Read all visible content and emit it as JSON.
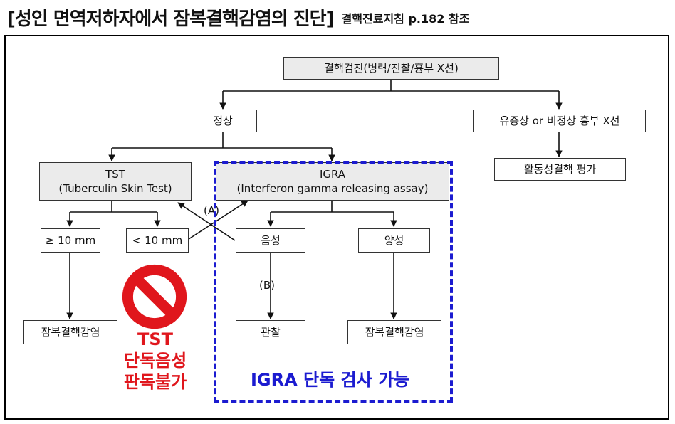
{
  "header": {
    "title": "[성인 면역저하자에서 잠복결핵감염의 진단]",
    "reference": "결핵진료지침 p.182 참조"
  },
  "nodes": {
    "screening": "결핵검진(병력/진찰/흉부 X선)",
    "normal": "정상",
    "abnormal": "유증상 or 비정상 흉부 X선",
    "active_eval": "활동성결핵 평가",
    "tst_line1": "TST",
    "tst_line2": "(Tuberculin Skin Test)",
    "igra_line1": "IGRA",
    "igra_line2": "(Interferon gamma releasing assay)",
    "tst_ge10": "≥ 10 mm",
    "tst_lt10": "< 10 mm",
    "igra_neg": "음성",
    "igra_pos": "양성",
    "ltbi_left": "잠복결핵감염",
    "observe": "관찰",
    "ltbi_right": "잠복결핵감염"
  },
  "path_labels": {
    "a": "(A)",
    "b": "(B)"
  },
  "annotations": {
    "warning_line1": "TST",
    "warning_line2": "단독음성",
    "warning_line3": "판독불가",
    "igra_only": "IGRA 단독 검사 가능"
  },
  "colors": {
    "warning": "#e0161c",
    "highlight": "#1b1bd0",
    "box_fill_gray": "#ebebeb"
  },
  "icons": {
    "prohibition": "no-entry-sign-icon"
  }
}
